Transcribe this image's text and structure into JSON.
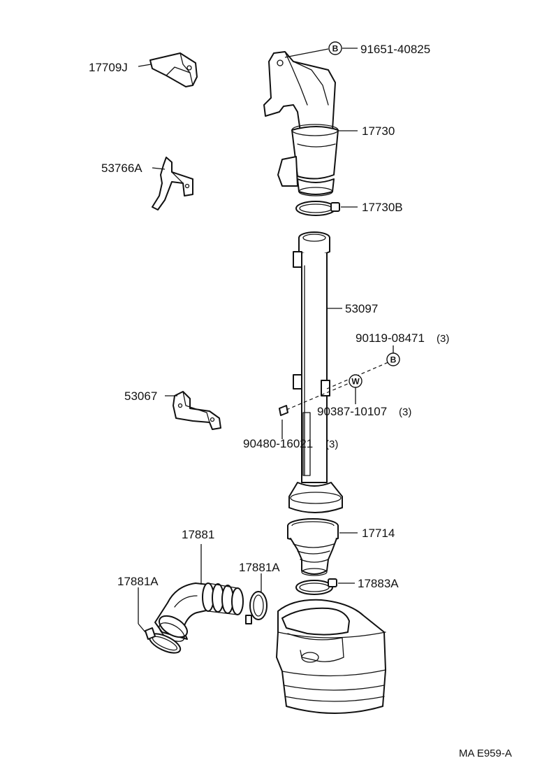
{
  "parts": {
    "p91651": "91651-40825",
    "p17709J": "17709J",
    "p17730": "17730",
    "p53766A": "53766A",
    "p17730B": "17730B",
    "p53097": "53097",
    "p90119": "90119-08471",
    "p90119_qty": "(3)",
    "p53067": "53067",
    "p90387": "90387-10107",
    "p90387_qty": "(3)",
    "p90480": "90480-16021",
    "p90480_qty": "(3)",
    "p17881": "17881",
    "p17714": "17714",
    "p17881A_left": "17881A",
    "p17881A_right": "17881A",
    "p17883A": "17883A"
  },
  "markers": {
    "b_top": "B",
    "b_mid": "B",
    "w": "W"
  },
  "footer": {
    "ref": "MA E959-A"
  }
}
